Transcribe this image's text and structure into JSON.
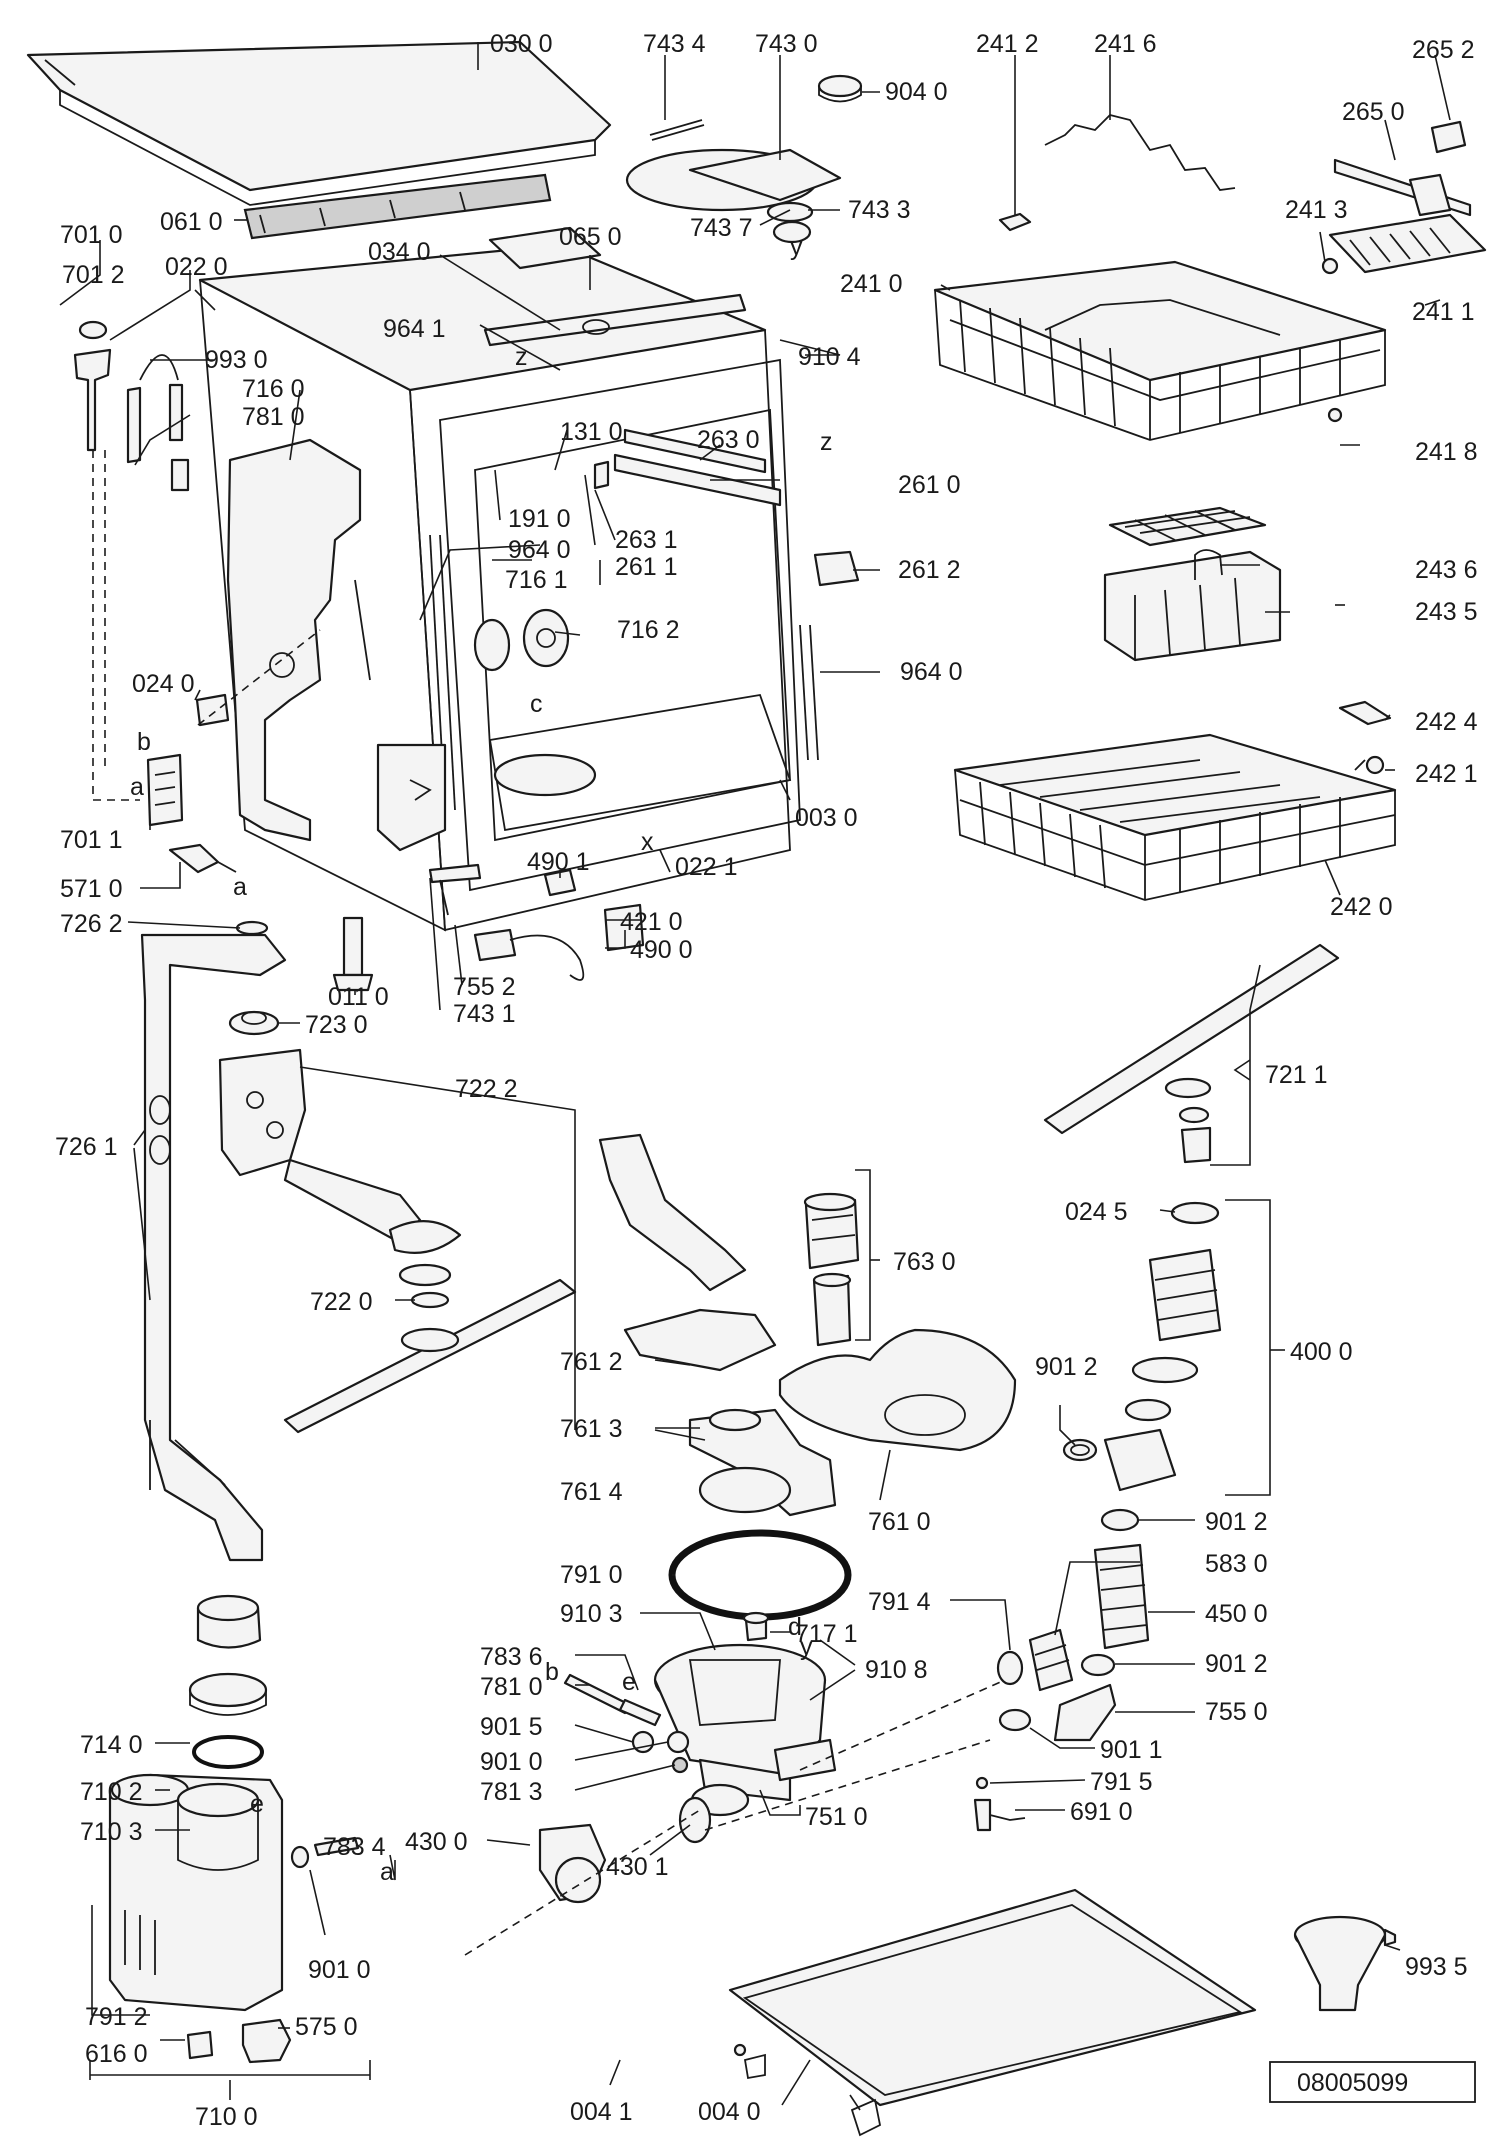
{
  "document_number": "08005099",
  "letters": [
    "a",
    "b",
    "c",
    "d",
    "e",
    "x",
    "y",
    "z"
  ],
  "labels": [
    "030 0",
    "743 4",
    "743 0",
    "904 0",
    "241 2",
    "241 6",
    "265 2",
    "265 0",
    "061 0",
    "743 7",
    "743 3",
    "241 3",
    "701 0",
    "701 2",
    "022 0",
    "034 0",
    "065 0",
    "241 0",
    "241 1",
    "964 1",
    "910 4",
    "993 0",
    "716 0",
    "781 0",
    "131 0",
    "263 0",
    "241 8",
    "261 0",
    "191 0",
    "263 1",
    "261 1",
    "964 0",
    "261 2",
    "243 6",
    "716 1",
    "716 2",
    "243 5",
    "964 0",
    "024 0",
    "242 4",
    "242 1",
    "003 0",
    "701 1",
    "490 1",
    "022 1",
    "242 0",
    "571 0",
    "421 0",
    "726 2",
    "490 0",
    "011 0",
    "755 2",
    "743 1",
    "723 0",
    "722 2",
    "721 1",
    "726 1",
    "763 0",
    "024 5",
    "722 0",
    "761 2",
    "901 2",
    "400 0",
    "761 3",
    "761 4",
    "761 0",
    "901 2",
    "791 0",
    "583 0",
    "910 3",
    "791 4",
    "717 1",
    "450 0",
    "783 6",
    "910 8",
    "901 2",
    "781 0",
    "755 0",
    "901 5",
    "714 0",
    "901 0",
    "901 1",
    "781 3",
    "791 5",
    "710 2",
    "751 0",
    "691 0",
    "430 0",
    "430 1",
    "710 3",
    "783 4",
    "993 5",
    "901 0",
    "791 2",
    "575 0",
    "616 0",
    "004 1",
    "004 0",
    "710 0"
  ]
}
